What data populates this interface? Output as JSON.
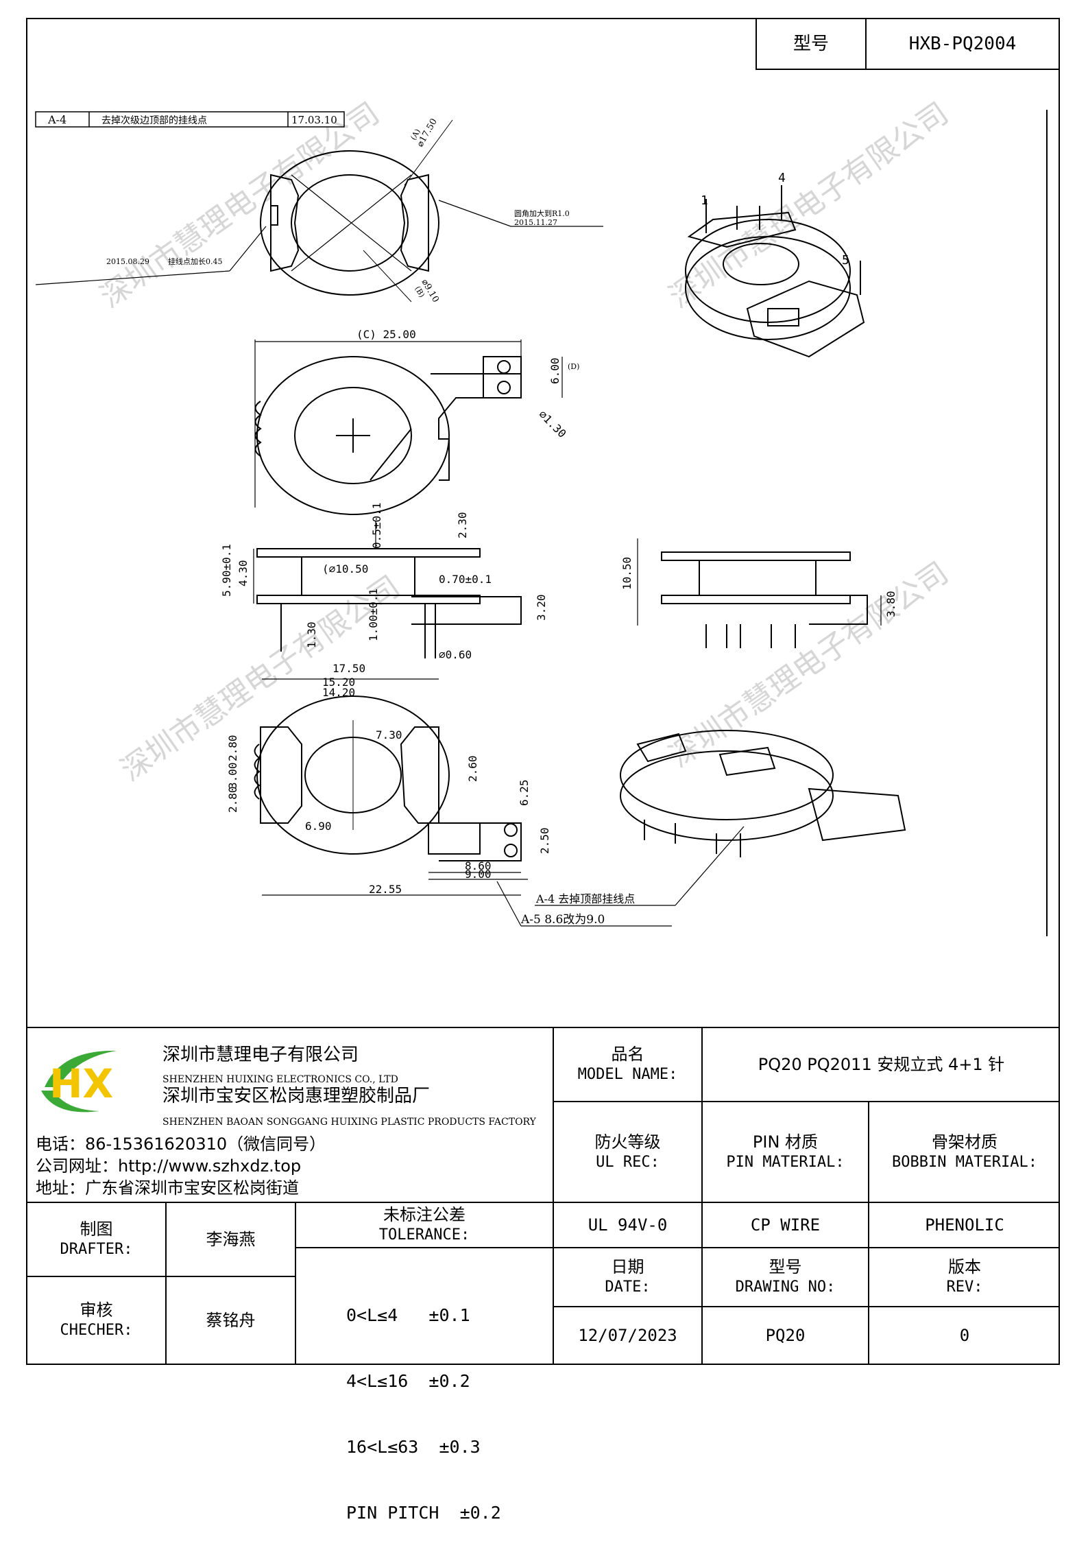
{
  "title_block": {
    "model_label": "型号",
    "model_value": "HXB-PQ2004"
  },
  "revisions": {
    "a4_code": "A-4",
    "a4_text": "去掉次级边顶部的挂线点",
    "a4_date": "17.03.10",
    "note_1_date": "2015.08.29",
    "note_1_text": "挂线点加长0.45",
    "note_2_text": "圆角加大到R1.0",
    "note_2_date": "2015.11.27",
    "callout_a4": "A-4  去掉顶部挂线点",
    "callout_a5": "A-5  8.6改为9.0"
  },
  "dimensions": {
    "d_a": "(A)",
    "d_17_50": "⌀17.50",
    "d_b": "(B)",
    "d_9_10": "⌀9.10",
    "d_25": "(C) 25.00",
    "d_6": "6.00",
    "d_D": "(D)",
    "d_1_30": "⌀1.30",
    "d_2_30": "2.30",
    "d_0_5": "0.5±0.1",
    "d_10_5_hole": "(⌀10.50",
    "d_0_70": "0.70±0.1",
    "d_5_90": "5.90±0.1",
    "d_4_30": "4.30",
    "d_1_30b": "1.30",
    "d_1_00": "1.00±0.1",
    "d_3_20": "3.20",
    "d_0_60": "⌀0.60",
    "d_10_50": "10.50",
    "d_3_80": "3.80",
    "d_17_50b": "17.50",
    "d_15_20": "15.20",
    "d_14_20": "14.20",
    "d_7_30": "7.30",
    "d_2_60": "2.60",
    "d_6_25": "6.25",
    "d_2_50": "2.50",
    "d_2_80a": "2.80",
    "d_3_00": "3.00",
    "d_2_80b": "2.80",
    "d_6_90": "6.90",
    "d_8_60": "8.60",
    "d_9_00": "9.00",
    "d_22_55": "22.55",
    "pin_1": "1",
    "pin_4": "4",
    "pin_5": "5"
  },
  "watermark": "深圳市慧理电子有限公司",
  "company": {
    "logo_text": "HX",
    "name_cn": "深圳市慧理电子有限公司",
    "name_en": "SHENZHEN HUIXING ELECTRONICS CO., LTD",
    "factory_cn": "深圳市宝安区松岗惠理塑胶制品厂",
    "factory_en": "SHENZHEN BAOAN SONGGANG HUIXING PLASTIC PRODUCTS FACTORY",
    "phone": "电话：86-15361620310（微信同号）",
    "website": "公司网址：http://www.szhxdz.top",
    "address": "地址：广东省深圳市宝安区松岗街道"
  },
  "model_name": {
    "label_cn": "品名",
    "label_en": "MODEL NAME:",
    "value": "PQ20 PQ2011 安规立式 4+1 针"
  },
  "ul_rec": {
    "label_cn": "防火等级",
    "label_en": "UL REC:",
    "value": "UL 94V-0"
  },
  "pin_material": {
    "label_cn": "PIN 材质",
    "label_en": "PIN MATERIAL:",
    "value": "CP WIRE"
  },
  "bobbin_material": {
    "label_cn": "骨架材质",
    "label_en": "BOBBIN MATERIAL:",
    "value": "PHENOLIC"
  },
  "drafter": {
    "label_cn": "制图",
    "label_en": "DRAFTER:",
    "value": "李海燕"
  },
  "checker": {
    "label_cn": "审核",
    "label_en": "CHECHER:",
    "value": "蔡铭舟"
  },
  "tolerance": {
    "label_cn": "未标注公差",
    "label_en": "TOLERANCE:",
    "lines": [
      "0<L≤4   ±0.1",
      "4<L≤16  ±0.2",
      "16<L≤63  ±0.3",
      "PIN PITCH  ±0.2"
    ]
  },
  "date": {
    "label_cn": "日期",
    "label_en": "DATE:",
    "value": "12/07/2023"
  },
  "drawing_no": {
    "label_cn": "型号",
    "label_en": "DRAWING NO:",
    "value": "PQ20"
  },
  "rev": {
    "label_cn": "版本",
    "label_en": "REV:",
    "value": "0"
  },
  "colors": {
    "logo_green": "#3aa935",
    "logo_yellow": "#f2c500",
    "line": "#000000",
    "watermark": "#d6d6d6"
  }
}
